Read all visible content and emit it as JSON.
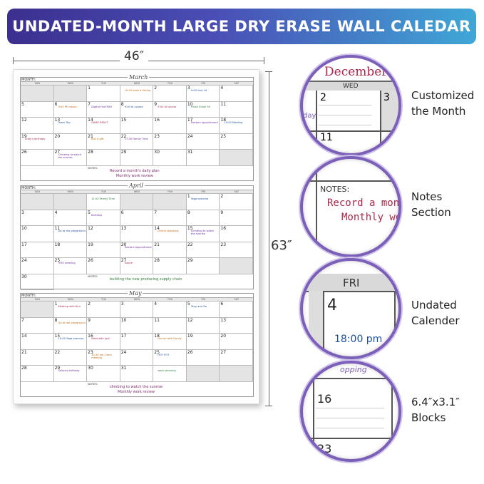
{
  "banner": {
    "title": "UNDATED-MONTH LARGE DRY ERASE WALL CALEDAR"
  },
  "dimensions": {
    "width": "46″",
    "height": "63″"
  },
  "calendar": {
    "month_label": "MONTH:",
    "notes_label": "NOTES:",
    "weekdays": [
      "SUN",
      "MON",
      "TUE",
      "WED",
      "THU",
      "FRI",
      "SAT"
    ],
    "months": [
      {
        "name": "March",
        "notes": [
          "Record a month's daily plan",
          "Monthly work review"
        ],
        "cells": [
          {
            "n": "",
            "t": "",
            "g": true
          },
          {
            "n": "",
            "t": "",
            "g": true
          },
          {
            "n": "1",
            "t": ""
          },
          {
            "n": "",
            "t": "10:00 book a fishing"
          },
          {
            "n": "2",
            "t": ""
          },
          {
            "n": "3",
            "t": "9:00 visit LA"
          },
          {
            "n": "4",
            "t": ""
          },
          {
            "n": "5",
            "t": ""
          },
          {
            "n": "6",
            "t": "9:00 PE lesson"
          },
          {
            "n": "7",
            "t": "Digital Find RXO"
          },
          {
            "n": "8",
            "t": "9:00 Al course"
          },
          {
            "n": "9",
            "t": "9:00 Al course"
          },
          {
            "n": "10",
            "t": "Finish Email 50"
          },
          {
            "n": "11",
            "t": ""
          },
          {
            "n": "12",
            "t": ""
          },
          {
            "n": "13",
            "t": "Team Trip"
          },
          {
            "n": "14",
            "t": "GAME NIGHT"
          },
          {
            "n": "15",
            "t": ""
          },
          {
            "n": "16",
            "t": ""
          },
          {
            "n": "17",
            "t": "Doctors appointment"
          },
          {
            "n": "18",
            "t": "10:00 Meeting"
          },
          {
            "n": "19",
            "t": "Andy's birthday"
          },
          {
            "n": "20",
            "t": ""
          },
          {
            "n": "21",
            "t": "Buy a gift"
          },
          {
            "n": "22",
            "t": "17:00 Family Time"
          },
          {
            "n": "23",
            "t": ""
          },
          {
            "n": "24",
            "t": ""
          },
          {
            "n": "25",
            "t": ""
          },
          {
            "n": "26",
            "t": ""
          },
          {
            "n": "27",
            "t": "Climbing to watch the sunrise"
          },
          {
            "n": "28",
            "t": ""
          },
          {
            "n": "29",
            "t": ""
          },
          {
            "n": "30",
            "t": ""
          },
          {
            "n": "31",
            "t": ""
          },
          {
            "n": "",
            "t": "",
            "g": true
          }
        ]
      },
      {
        "name": "April",
        "notes": [
          "building the new producing supply chain"
        ],
        "cells": [
          {
            "n": "",
            "t": "",
            "g": true
          },
          {
            "n": "",
            "t": "",
            "g": true
          },
          {
            "n": "",
            "t": "11:00 Family Time"
          },
          {
            "n": "",
            "t": "",
            "g": true
          },
          {
            "n": "",
            "t": "",
            "g": true
          },
          {
            "n": "1",
            "t": "Yoga exercise"
          },
          {
            "n": "2",
            "t": ""
          },
          {
            "n": "3",
            "t": ""
          },
          {
            "n": "4",
            "t": ""
          },
          {
            "n": "5",
            "t": "Birthday"
          },
          {
            "n": "6",
            "t": ""
          },
          {
            "n": "7",
            "t": ""
          },
          {
            "n": "8",
            "t": ""
          },
          {
            "n": "9",
            "t": ""
          },
          {
            "n": "10",
            "t": ""
          },
          {
            "n": "11",
            "t": "Go to the playground"
          },
          {
            "n": "12",
            "t": ""
          },
          {
            "n": "13",
            "t": ""
          },
          {
            "n": "14",
            "t": "Online shopping"
          },
          {
            "n": "15",
            "t": "Climbing to watch the sunrise"
          },
          {
            "n": "16",
            "t": ""
          },
          {
            "n": "17",
            "t": ""
          },
          {
            "n": "18",
            "t": ""
          },
          {
            "n": "19",
            "t": ""
          },
          {
            "n": "20",
            "t": "Doctors appointment"
          },
          {
            "n": "21",
            "t": ""
          },
          {
            "n": "22",
            "t": ""
          },
          {
            "n": "23",
            "t": ""
          },
          {
            "n": "24",
            "t": ""
          },
          {
            "n": "25",
            "t": "9:00 meeting"
          },
          {
            "n": "26",
            "t": ""
          },
          {
            "n": "27",
            "t": "Dance"
          },
          {
            "n": "28",
            "t": ""
          },
          {
            "n": "29",
            "t": ""
          },
          {
            "n": "",
            "t": "",
            "g": true
          },
          {
            "n": "30",
            "t": ""
          }
        ]
      },
      {
        "name": "May",
        "notes": [
          "climbing to watch the sunrise",
          "Monthly work review"
        ],
        "cells": [
          {
            "n": "",
            "t": "",
            "g": true
          },
          {
            "n": "1",
            "t": "Meeting with Kim"
          },
          {
            "n": "2",
            "t": ""
          },
          {
            "n": "3",
            "t": ""
          },
          {
            "n": "4",
            "t": ""
          },
          {
            "n": "5",
            "t": "Tony and Go"
          },
          {
            "n": "6",
            "t": ""
          },
          {
            "n": "7",
            "t": ""
          },
          {
            "n": "8",
            "t": "Go to the playground"
          },
          {
            "n": "9",
            "t": ""
          },
          {
            "n": "10",
            "t": ""
          },
          {
            "n": "11",
            "t": ""
          },
          {
            "n": "12",
            "t": ""
          },
          {
            "n": "13",
            "t": ""
          },
          {
            "n": "14",
            "t": ""
          },
          {
            "n": "15",
            "t": "10:00 Yoga exercise"
          },
          {
            "n": "16",
            "t": "Meet with Jack"
          },
          {
            "n": "17",
            "t": ""
          },
          {
            "n": "18",
            "t": "Dinner with Family"
          },
          {
            "n": "19",
            "t": ""
          },
          {
            "n": "20",
            "t": ""
          },
          {
            "n": "21",
            "t": ""
          },
          {
            "n": "22",
            "t": ""
          },
          {
            "n": "23",
            "t": "10:30 am Client meeting"
          },
          {
            "n": "24",
            "t": ""
          },
          {
            "n": "25",
            "t": "HOT POT"
          },
          {
            "n": "26",
            "t": ""
          },
          {
            "n": "27",
            "t": ""
          },
          {
            "n": "28",
            "t": ""
          },
          {
            "n": "29",
            "t": "Seline's birthday"
          },
          {
            "n": "30",
            "t": ""
          },
          {
            "n": "31",
            "t": ""
          },
          {
            "n": "",
            "t": "work planning"
          },
          {
            "n": "",
            "t": "",
            "g": true
          },
          {
            "n": "",
            "t": "",
            "g": true
          }
        ]
      }
    ]
  },
  "zooms": [
    {
      "caption": [
        "Customized",
        "the Month"
      ],
      "month": "December",
      "day_header": "WED",
      "days": [
        "2",
        "3",
        "11"
      ],
      "fragment": "day"
    },
    {
      "caption": [
        "Notes",
        "Section"
      ],
      "label": "NOTES:",
      "lines": [
        "Record a month",
        "Monthly wo"
      ]
    },
    {
      "caption": [
        "Undated",
        "Calender"
      ],
      "day_header": "FRI",
      "day": "4",
      "text": "18:00 pm"
    },
    {
      "caption": [
        "6.4″x3.1″",
        "Blocks"
      ],
      "days": [
        "16",
        "23"
      ],
      "fragment": "opping"
    }
  ],
  "colors": {
    "accent": "#7b5fb8",
    "banner_start": "#3b2f8f",
    "banner_end": "#3fa7d6"
  }
}
